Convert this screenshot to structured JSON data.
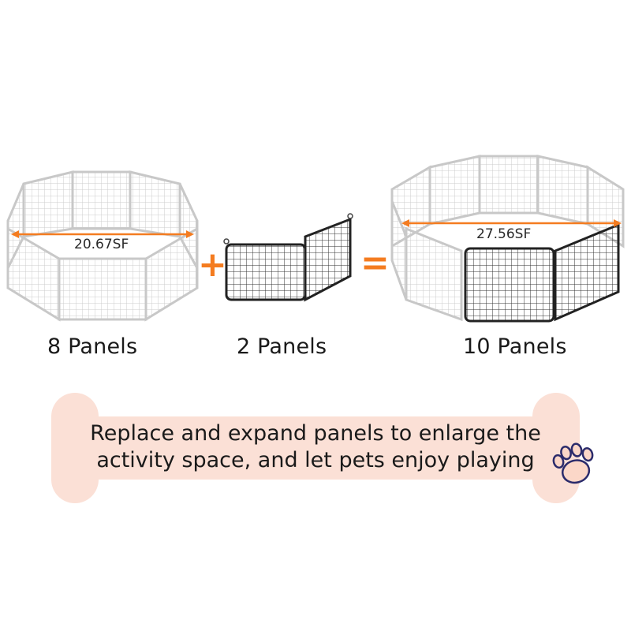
{
  "left_group": {
    "area": "20.67SF",
    "label": "8 Panels"
  },
  "middle_group": {
    "label": "2 Panels"
  },
  "right_group": {
    "area": "27.56SF",
    "label": "10 Panels"
  },
  "operators": {
    "plus": "+",
    "equals": "="
  },
  "banner": {
    "line1": "Replace and expand panels to enlarge the",
    "line2": "activity space, and let pets enjoy playing"
  },
  "colors": {
    "accent": "#f47c20",
    "bone": "#fbe0d6",
    "grey_panel": "#cfcfcf",
    "black_panel": "#222222"
  },
  "icons": [
    "paw-print-icon"
  ]
}
